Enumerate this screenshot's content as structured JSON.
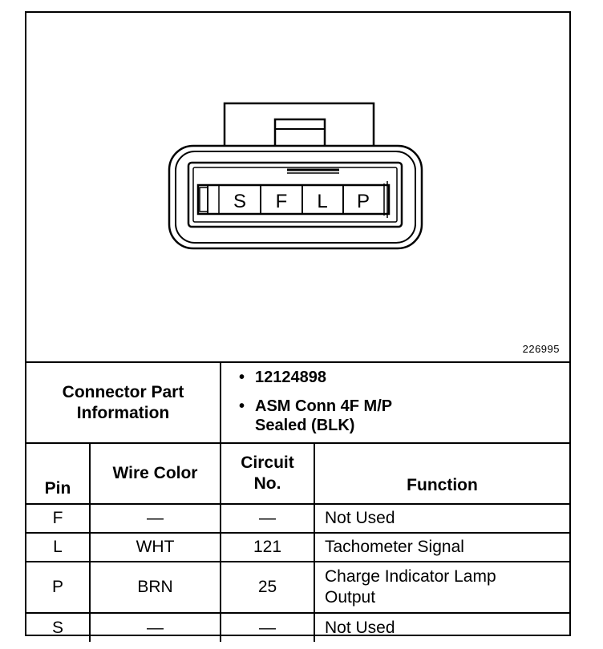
{
  "connector": {
    "pin_labels": [
      "S",
      "F",
      "L",
      "P"
    ],
    "figure_number": "226995"
  },
  "info": {
    "label_line1": "Connector Part",
    "label_line2": "Information",
    "part_number": "12124898",
    "description_line1": "ASM Conn 4F M/P",
    "description_line2": "Sealed (BLK)"
  },
  "table": {
    "headers": {
      "pin": "Pin",
      "wire_color": "Wire Color",
      "circuit_line1": "Circuit",
      "circuit_line2": "No.",
      "function": "Function"
    },
    "rows": [
      {
        "pin": "F",
        "wire_color": "—",
        "circuit": "—",
        "function": "Not Used",
        "function_line2": ""
      },
      {
        "pin": "L",
        "wire_color": "WHT",
        "circuit": "121",
        "function": "Tachometer Signal",
        "function_line2": ""
      },
      {
        "pin": "P",
        "wire_color": "BRN",
        "circuit": "25",
        "function": "Charge Indicator Lamp",
        "function_line2": "Output"
      },
      {
        "pin": "S",
        "wire_color": "—",
        "circuit": "—",
        "function": "Not Used",
        "function_line2": ""
      }
    ]
  }
}
